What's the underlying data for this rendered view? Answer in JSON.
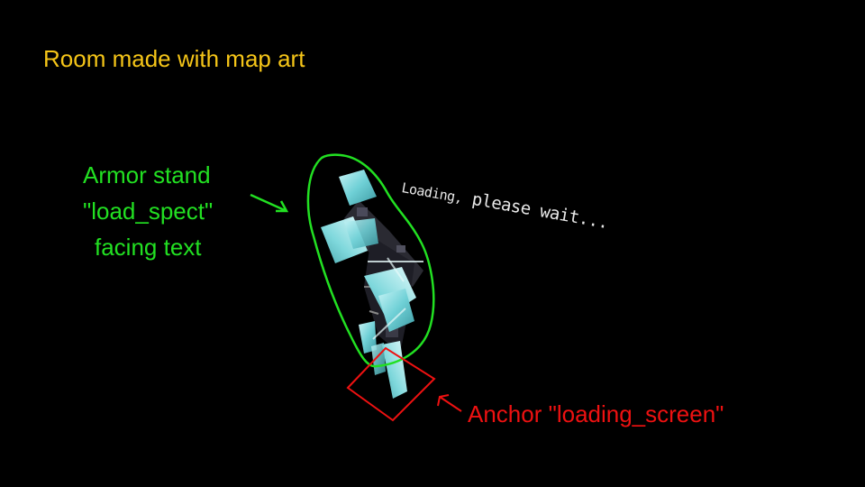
{
  "title": "Room made with map art",
  "armor_stand_label": {
    "line1": "Armor stand",
    "line2": "\"load_spect\"",
    "line3": "facing text"
  },
  "loading_text": {
    "part1": "Loading,",
    "part2": "please wait..."
  },
  "anchor_label": "Anchor \"loading_screen\"",
  "colors": {
    "title": "#f5c518",
    "armor_label": "#22e022",
    "anchor_label": "#ee1111",
    "block": "#7fd8dc",
    "background": "#000000"
  }
}
